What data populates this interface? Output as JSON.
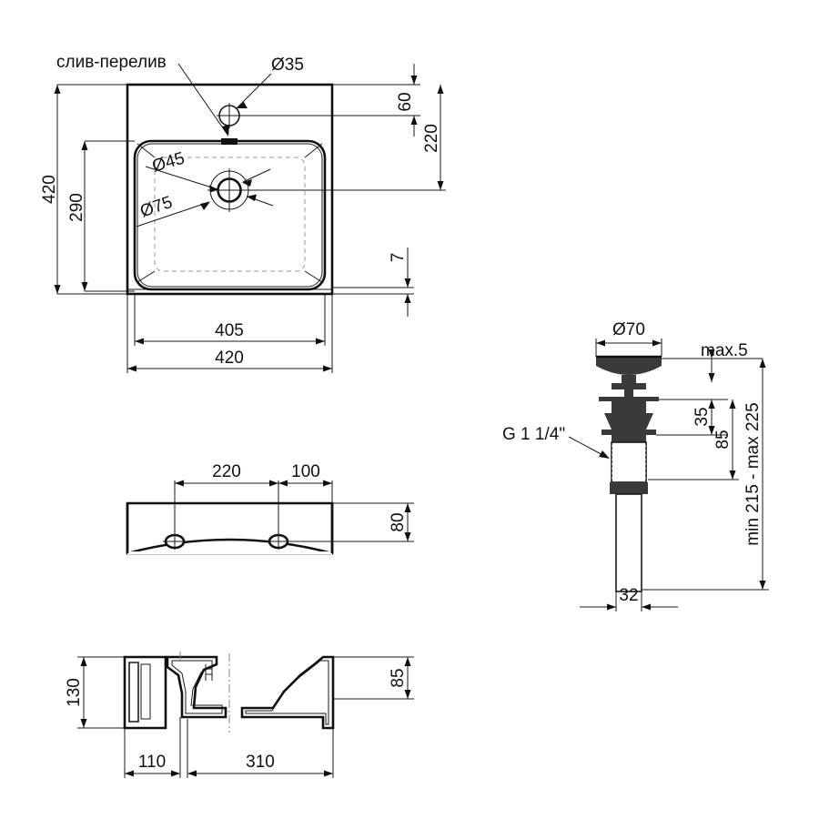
{
  "drawing": {
    "title": "Washbasin technical drawing",
    "units": "mm",
    "line_color": "#111111",
    "background": "#ffffff"
  },
  "views": {
    "top": {
      "name": "top-view",
      "labels": {
        "overflow": "слив-перелив",
        "tap_hole": "Ø35",
        "drain_inner": "Ø45",
        "drain_outer": "Ø75"
      },
      "dimensions": {
        "left_overall": "420",
        "left_bowl": "290",
        "right_tap_offset": "60",
        "right_tap_to_drain": "220",
        "right_thickness": "7",
        "bottom_inner": "405",
        "bottom_overall": "420"
      }
    },
    "front": {
      "name": "front-view",
      "dimensions": {
        "hole_spacing": "220",
        "hole_edge": "100",
        "height": "80"
      }
    },
    "section": {
      "name": "section-view",
      "dimensions": {
        "left_height": "130",
        "right_height": "85",
        "left_width": "110",
        "right_width": "310"
      }
    },
    "valve": {
      "name": "drain-valve-view",
      "labels": {
        "thread": "G 1 1/4\""
      },
      "dimensions": {
        "cap_diameter": "Ø70",
        "max_thickness": "max.5",
        "flange_to_thread": "35",
        "body_height": "85",
        "total_length": "min 215 - max 225",
        "tube_diameter": "32"
      }
    }
  }
}
